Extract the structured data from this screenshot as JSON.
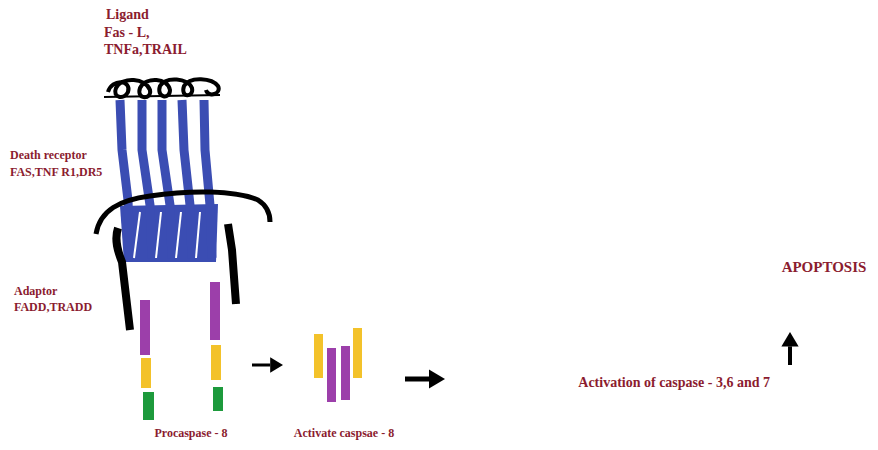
{
  "diagram": {
    "nodes": [
      {
        "text": [
          "Procaspase - 8"
        ]
      },
      {
        "text": [
          "Activate caspsae - 8"
        ]
      },
      {
        "text": [
          "Activation of caspase - 3,6 and 7"
        ]
      },
      {
        "text": [
          "APOPTOSIS"
        ]
      }
    ],
    "edges": [
      {
        "from": 0,
        "to": 1,
        "arrow": "to"
      },
      {
        "from": 1,
        "to": 2,
        "arrow": "to"
      },
      {
        "from": 2,
        "to": 3,
        "arrow": "to"
      }
    ],
    "labels": [
      "Ligand",
      "Fas - L, TNFa,TRAIL",
      "Death receptor",
      "FAS,TNF R1,DR5",
      "Adaptor",
      "FADD,TRADD"
    ]
  }
}
